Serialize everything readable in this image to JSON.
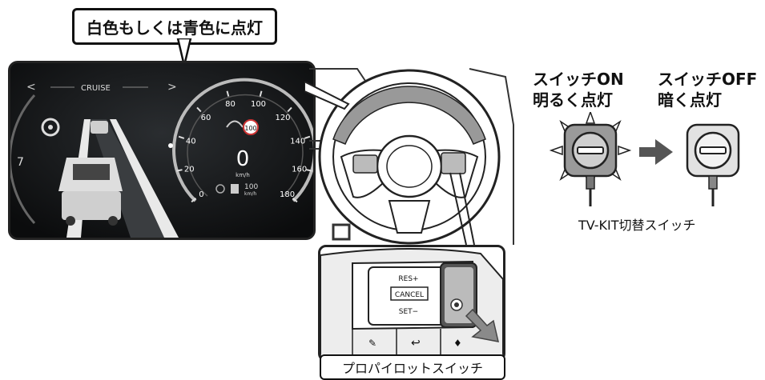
{
  "callout_top": "白色もしくは青色に点灯",
  "callout_bottom": "プロパイロットスイッチ",
  "dashboard": {
    "mode": "CRUISE",
    "nav_left": "<",
    "nav_right": ">",
    "speed_ticks": [
      "0",
      "20",
      "40",
      "60",
      "80",
      "100",
      "120",
      "140",
      "160",
      "180"
    ],
    "speed_value": "0",
    "speed_unit": "km/h",
    "speed_limit": "100",
    "set_speed": "100",
    "set_unit": "km/h",
    "left_gauge_digit": "7"
  },
  "switch_panel": {
    "res": "RES+",
    "cancel": "CANCEL",
    "set": "SET−"
  },
  "tvkit": {
    "on_line1": "スイッチON",
    "on_line2": "明るく点灯",
    "off_line1": "スイッチOFF",
    "off_line2": "暗く点灯",
    "caption": "TV-KIT切替スイッチ"
  },
  "colors": {
    "dash_bg": "#101214",
    "gauge_text": "#ffffff",
    "arrow": "#555555"
  }
}
